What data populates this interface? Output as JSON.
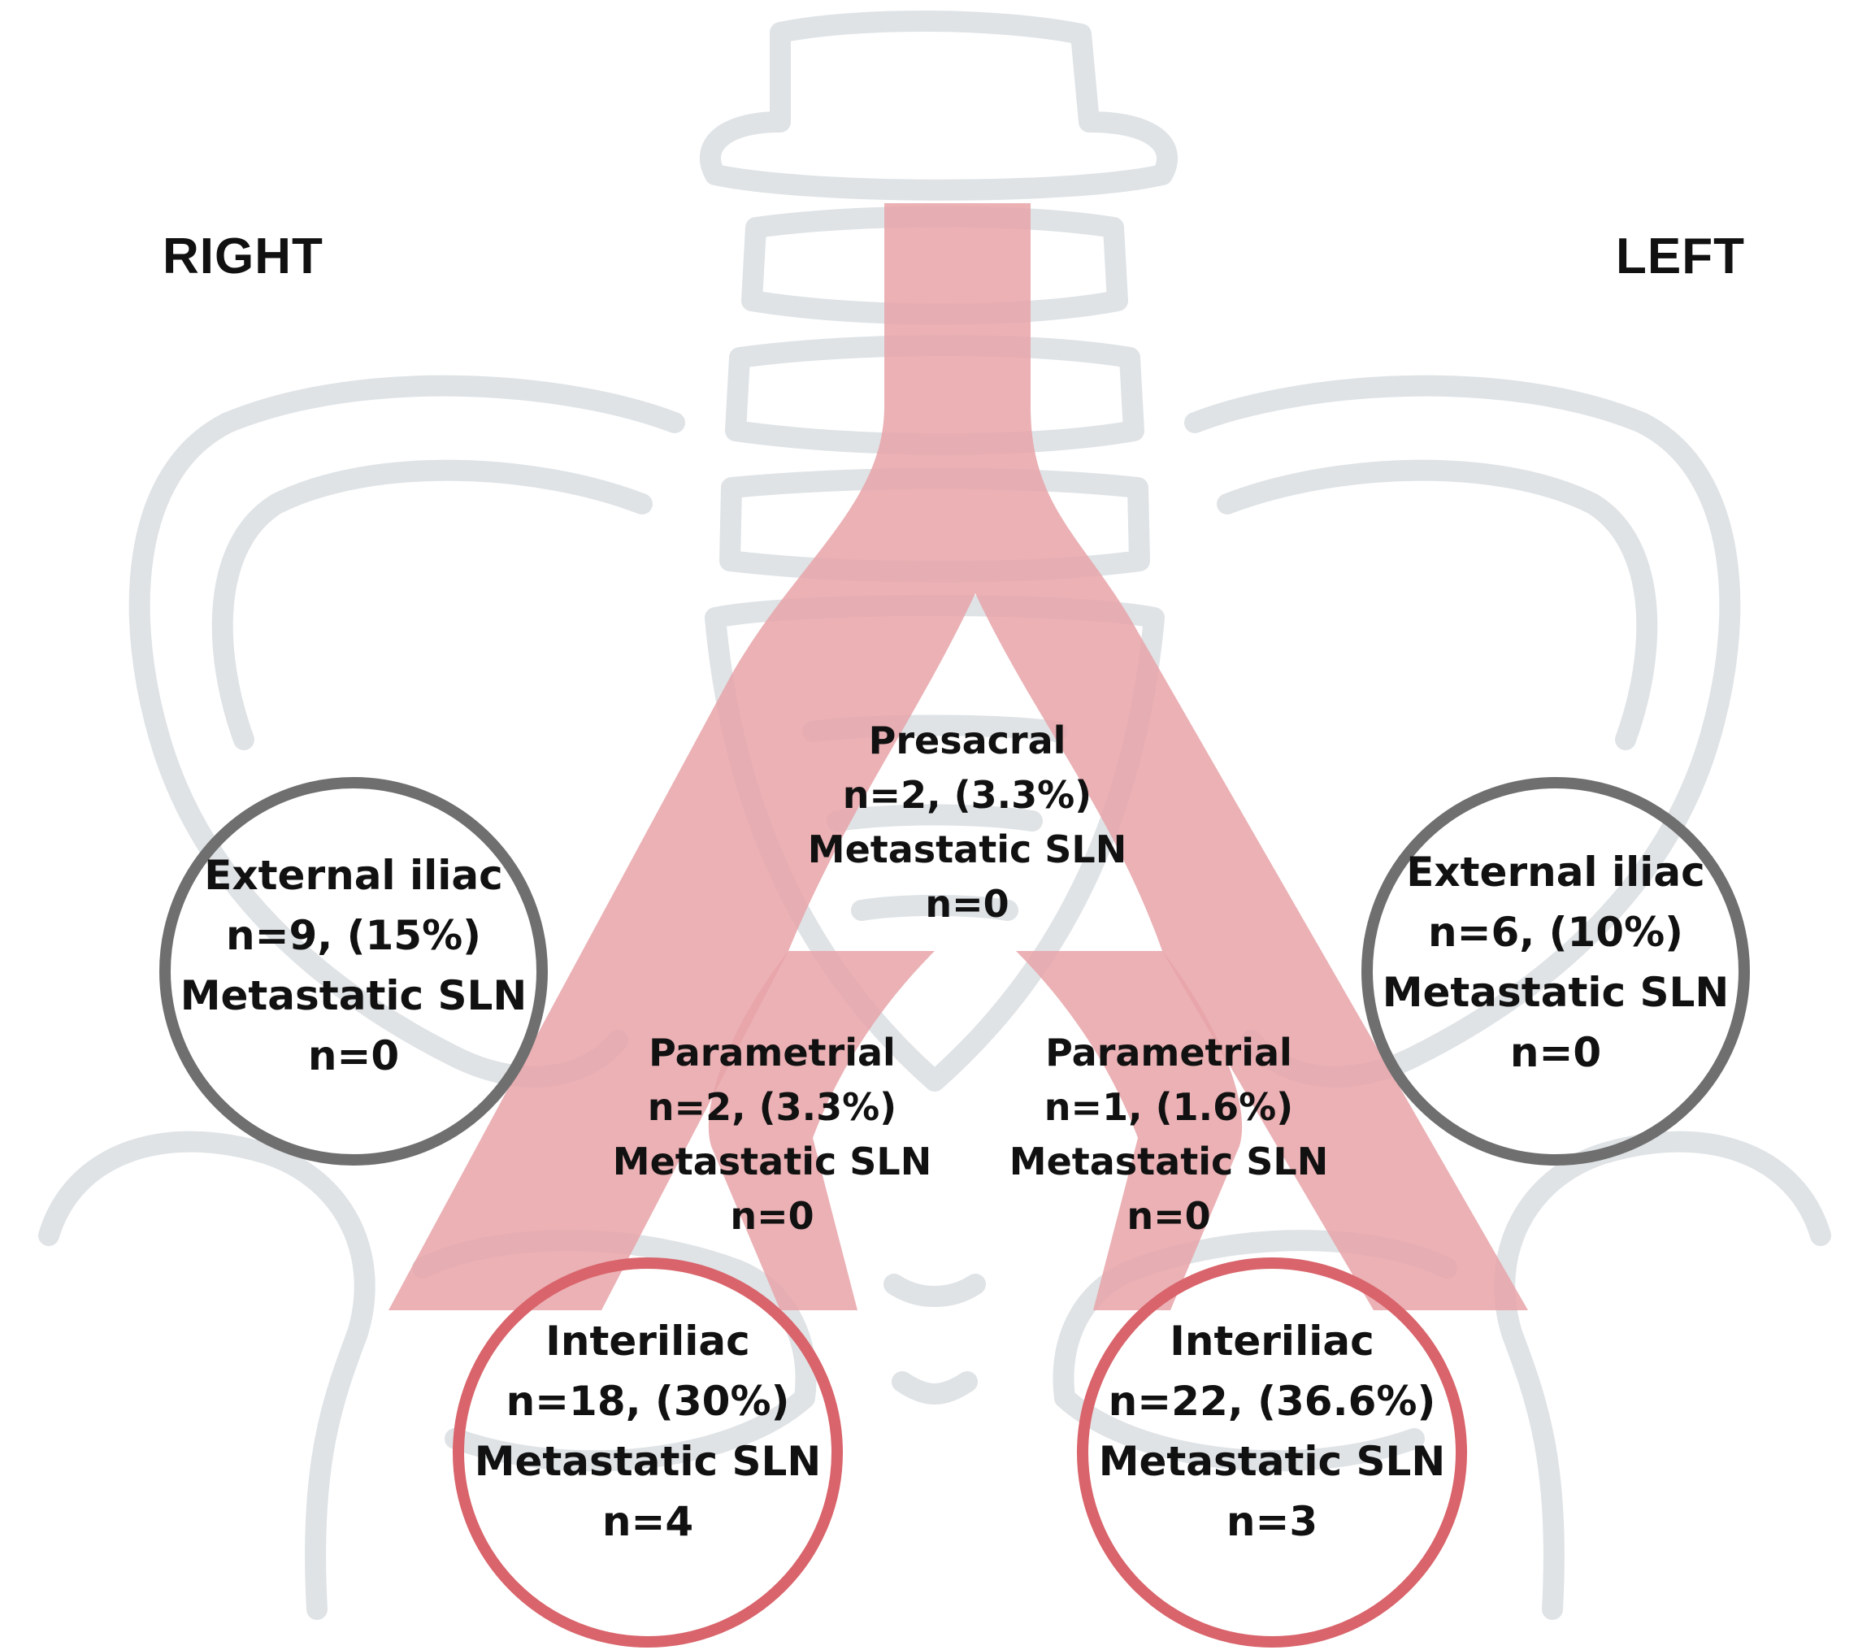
{
  "orientation": {
    "right_label": "RIGHT",
    "left_label": "LEFT"
  },
  "nodes": {
    "presacral": {
      "name": "Presacral",
      "count": "n=2, (3.3%)",
      "met_label": "Metastatic SLN",
      "met_count": "n=0"
    },
    "right_external_iliac": {
      "name": "External iliac",
      "count": "n=9, (15%)",
      "met_label": "Metastatic SLN",
      "met_count": "n=0"
    },
    "left_external_iliac": {
      "name": "External iliac",
      "count": "n=6, (10%)",
      "met_label": "Metastatic SLN",
      "met_count": "n=0"
    },
    "right_parametrial": {
      "name": "Parametrial",
      "count": "n=2, (3.3%)",
      "met_label": "Metastatic SLN",
      "met_count": "n=0"
    },
    "left_parametrial": {
      "name": "Parametrial",
      "count": "n=1, (1.6%)",
      "met_label": "Metastatic SLN",
      "met_count": "n=0"
    },
    "right_interiliac": {
      "name": "Interiliac",
      "count": "n=18, (30%)",
      "met_label": "Metastatic SLN",
      "met_count": "n=4"
    },
    "left_interiliac": {
      "name": "Interiliac",
      "count": "n=22, (36.6%)",
      "met_label": "Metastatic SLN",
      "met_count": "n=3"
    }
  },
  "colors": {
    "vessel": "#e8a3a8",
    "bone_outline": "#dfe3e6",
    "external_iliac_ring": "#6f6f6f",
    "interiliac_ring": "#d9646b"
  }
}
